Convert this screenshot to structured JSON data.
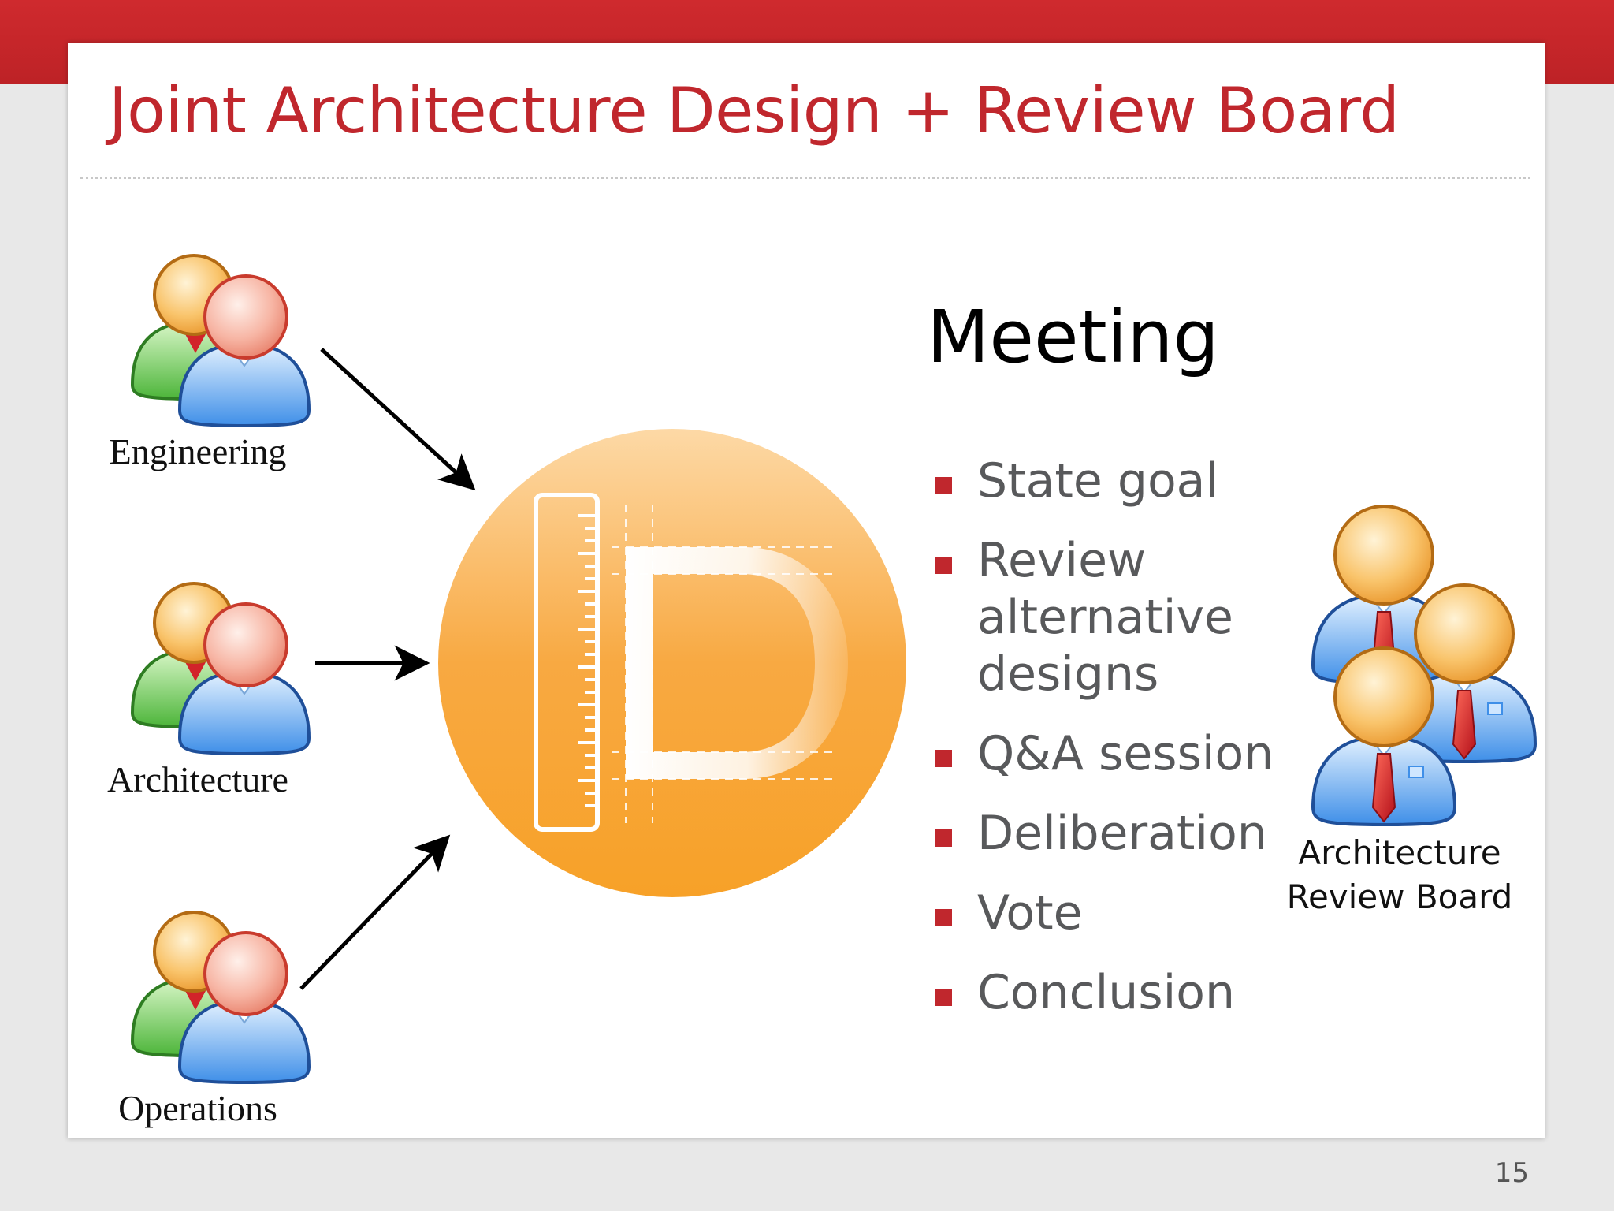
{
  "slide": {
    "title": "Joint Architecture Design + Review Board",
    "page_number": "15"
  },
  "groups": [
    {
      "label": "Engineering",
      "icon": "users-icon"
    },
    {
      "label": "Architecture",
      "icon": "users-icon"
    },
    {
      "label": "Operations",
      "icon": "users-icon"
    }
  ],
  "center_logo": {
    "icon": "design-logo-icon",
    "letter": "D"
  },
  "meeting": {
    "heading": "Meeting",
    "items": [
      "State goal",
      "Review alternative designs",
      "Q&A session",
      "Deliberation",
      "Vote",
      "Conclusion"
    ]
  },
  "review_board": {
    "label_line1": "Architecture",
    "label_line2": "Review Board",
    "icon": "board-members-icon"
  },
  "colors": {
    "accent": "#c0272d",
    "logo_orange": "#f7a128",
    "bullet_text": "#58595b"
  }
}
